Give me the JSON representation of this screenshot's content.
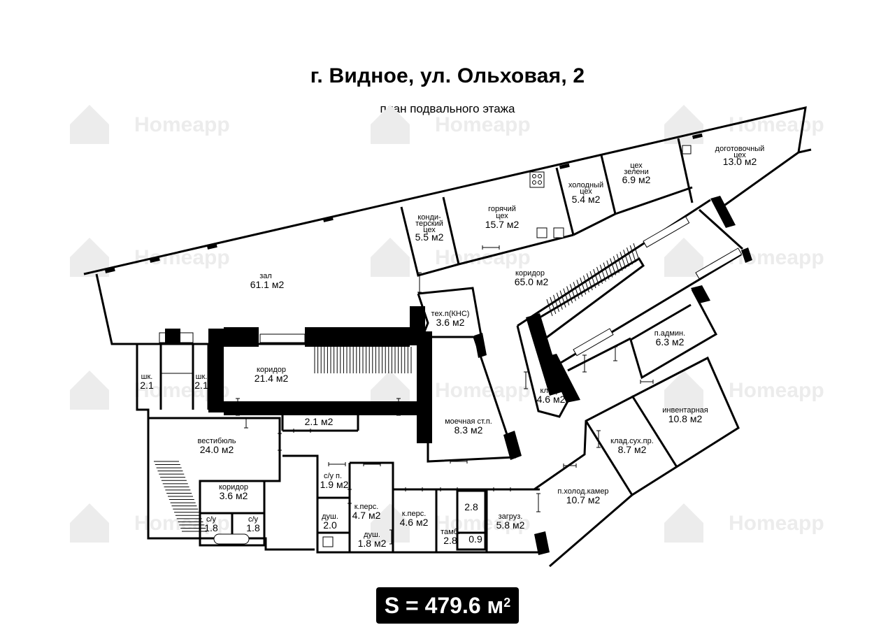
{
  "header": {
    "title": "г. Видное, ул. Ольховая, 2",
    "subtitle": "план подвального этажа"
  },
  "watermark": {
    "text": "Homeapp",
    "icon": "house-logo-icon"
  },
  "rooms": {
    "zal": {
      "name": "зал",
      "area": "61.1 м2"
    },
    "konditer": {
      "name1": "конди-",
      "name2": "терский",
      "name3": "цех",
      "area": "5.5 м2"
    },
    "goryachiy": {
      "name1": "горячий",
      "name2": "цех",
      "area": "15.7 м2"
    },
    "holodny": {
      "name1": "холодный",
      "name2": "цех",
      "area": "5.4 м2"
    },
    "zeleni": {
      "name1": "цех",
      "name2": "зелени",
      "area": "6.9 м2"
    },
    "dogotovochny": {
      "name1": "доготовочный",
      "name2": "цех",
      "area": "13.0 м2"
    },
    "koridor_big": {
      "name": "коридор",
      "area": "65.0 м2"
    },
    "teh": {
      "name": "тех.п(КНС)",
      "area": "3.6 м2"
    },
    "koridor_mid": {
      "name": "коридор",
      "area": "21.4 м2"
    },
    "shk1": {
      "name": "шк.",
      "area": "2.1"
    },
    "shk2": {
      "name": "шк.",
      "area": "2.1"
    },
    "small_21": {
      "area": "2.1 м2"
    },
    "vestibul": {
      "name": "вестибюль",
      "area": "24.0 м2"
    },
    "moechnaya": {
      "name": "моечная ст.п.",
      "area": "8.3 м2"
    },
    "klad": {
      "name": "клад.",
      "area": "4.6 м2"
    },
    "padmin": {
      "name": "п.админ.",
      "area": "6.3 м2"
    },
    "inventarnaya": {
      "name": "инвентарная",
      "area": "10.8 м2"
    },
    "klad_suh": {
      "name": "клад.сух.пр.",
      "area": "8.7 м2"
    },
    "pholod": {
      "name": "п.холод.камер",
      "area": "10.7 м2"
    },
    "zagruz": {
      "name": "загруз.",
      "area": "5.8 м2"
    },
    "tamb": {
      "name": "тамб.",
      "area": "2.8"
    },
    "lift1": {
      "area": "2.8"
    },
    "lift2": {
      "area": "0.9"
    },
    "kpers1": {
      "name": "к.перс.",
      "area": "4.7 м2"
    },
    "kpers2": {
      "name": "к.перс.",
      "area": "4.6 м2"
    },
    "sup": {
      "name": "с/у п.",
      "area": "1.9 м2"
    },
    "dush1": {
      "name": "душ.",
      "area": "2.0"
    },
    "dush2": {
      "name": "душ.",
      "area": "1.8 м2"
    },
    "koridor_small": {
      "name": "коридор",
      "area": "3.6 м2"
    },
    "su1": {
      "name": "с/у",
      "area": "1.8"
    },
    "su2": {
      "name": "с/у",
      "area": "1.8"
    }
  },
  "footer": {
    "total_label": "S = 479.6 м",
    "total_sup": "2"
  }
}
